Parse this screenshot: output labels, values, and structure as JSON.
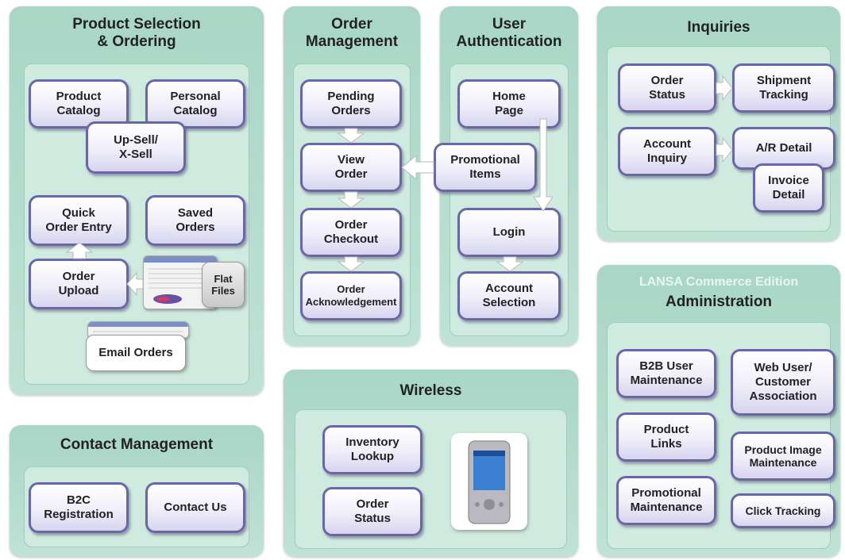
{
  "panels": {
    "product": {
      "title": "Product Selection\n& Ordering",
      "nodes": {
        "product_catalog": "Product\nCatalog",
        "personal_catalog": "Personal\nCatalog",
        "upsell": "Up-Sell/\nX-Sell",
        "quick_order": "Quick\nOrder Entry",
        "saved_orders": "Saved\nOrders",
        "order_upload": "Order\nUpload",
        "flat_files": "Flat\nFiles",
        "email_orders": "Email Orders"
      }
    },
    "order_mgmt": {
      "title": "Order\nManagement",
      "nodes": {
        "pending": "Pending\nOrders",
        "view": "View\nOrder",
        "checkout": "Order\nCheckout",
        "ack": "Order\nAcknowledgement"
      }
    },
    "user_auth": {
      "title": "User\nAuthentication",
      "nodes": {
        "home": "Home\nPage",
        "promo": "Promotional\nItems",
        "login": "Login",
        "account_sel": "Account\nSelection"
      }
    },
    "inquiries": {
      "title": "Inquiries",
      "nodes": {
        "order_status": "Order\nStatus",
        "shipment": "Shipment\nTracking",
        "account_inq": "Account\nInquiry",
        "ar_detail": "A/R Detail",
        "invoice": "Invoice\nDetail"
      }
    },
    "admin": {
      "subtitle": "LANSA Commerce Edition",
      "title": "Administration",
      "nodes": {
        "b2b_user": "B2B User\nMaintenance",
        "web_user": "Web User/\nCustomer\nAssociation",
        "product_links": "Product\nLinks",
        "product_image": "Product Image\nMaintenance",
        "promo_maint": "Promotional\nMaintenance",
        "click_tracking": "Click Tracking"
      }
    },
    "wireless": {
      "title": "Wireless",
      "nodes": {
        "inventory": "Inventory\nLookup",
        "order_status": "Order\nStatus"
      }
    },
    "contact": {
      "title": "Contact Management",
      "nodes": {
        "b2c": "B2C\nRegistration",
        "contact_us": "Contact Us"
      }
    }
  },
  "colors": {
    "panel": "#a9d6c6",
    "inner": "#cfeadf",
    "node_border": "#6a67a8"
  }
}
